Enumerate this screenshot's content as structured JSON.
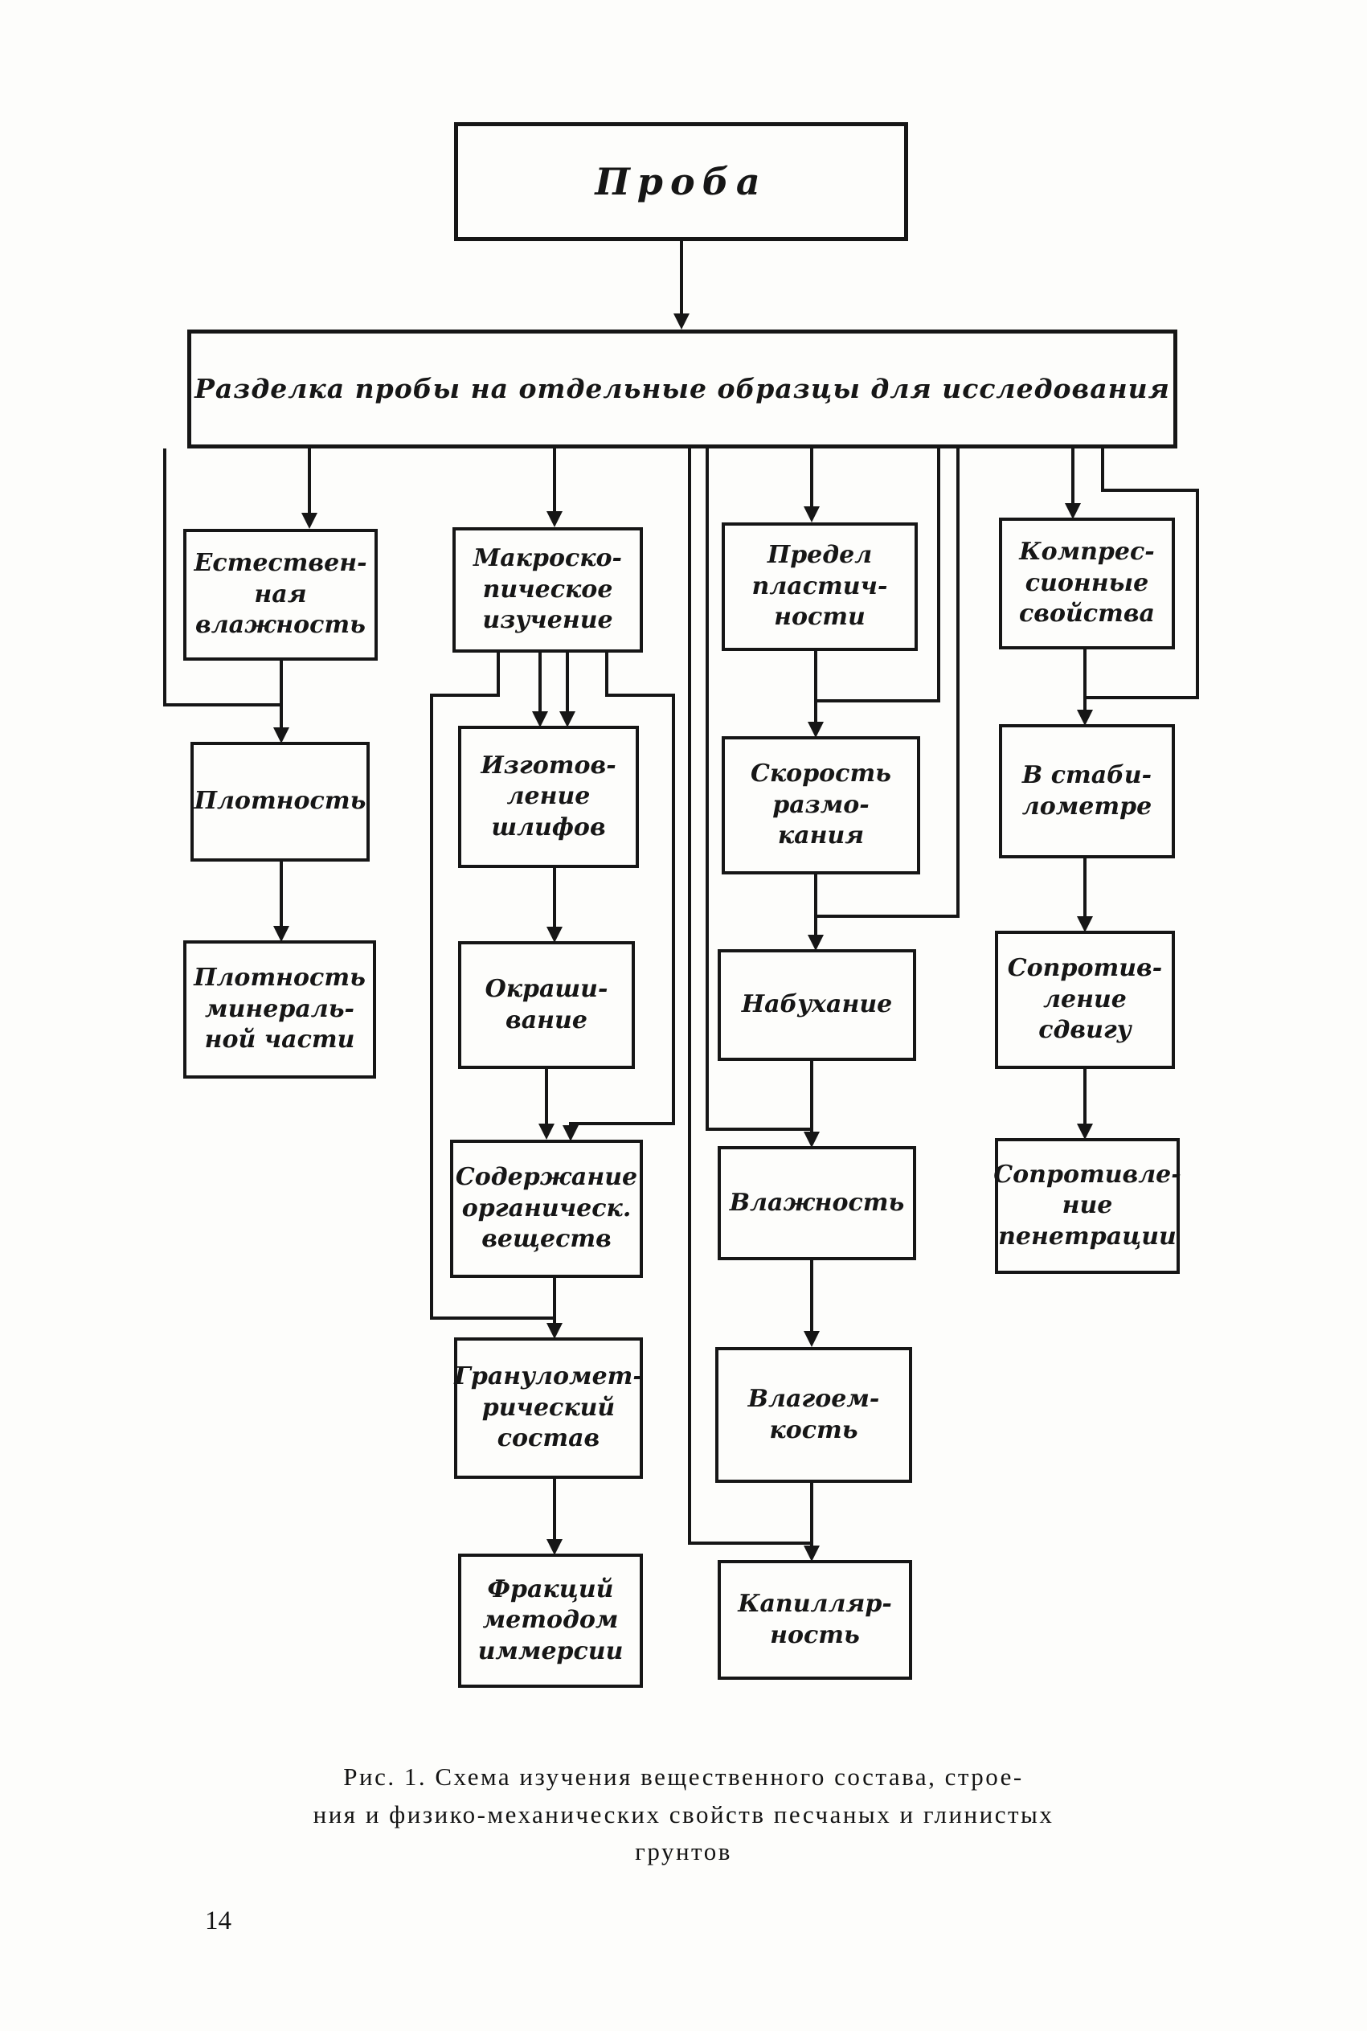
{
  "colors": {
    "ink": "#161616",
    "paper": "#fdfdfb"
  },
  "diagram": {
    "root": {
      "label": "Проба"
    },
    "split": {
      "label": "Разделка пробы на отдельные образцы для исследования"
    },
    "columns": [
      {
        "name": "moisture-density",
        "nodes": [
          {
            "label": "Естествен-\nная\nвлажность"
          },
          {
            "label": "Плотность"
          },
          {
            "label": "Плотность\nминераль-\nной части"
          }
        ]
      },
      {
        "name": "composition-structure",
        "nodes": [
          {
            "label": "Макроско-\nпическое\nизучение"
          },
          {
            "label": "Изготов-\nление\nшлифов"
          },
          {
            "label": "Окраши-\nвание"
          },
          {
            "label": "Содержание\nорганическ.\nвеществ"
          },
          {
            "label": "Грануломет-\nрический\nсостав"
          },
          {
            "label": "Фракций\nметодом\nиммерсии"
          }
        ]
      },
      {
        "name": "plasticity-water",
        "nodes": [
          {
            "label": "Предел\nпластич-\nности"
          },
          {
            "label": "Скорость\nразмо-\nкания"
          },
          {
            "label": "Набухание"
          },
          {
            "label": "Влажность"
          },
          {
            "label": "Влагоем-\nкость"
          },
          {
            "label": "Капилляр-\nность"
          }
        ]
      },
      {
        "name": "mechanical",
        "nodes": [
          {
            "label": "Компрес-\nсионные\nсвойства"
          },
          {
            "label": "В стаби-\nлометре"
          },
          {
            "label": "Сопротив-\nление\nсдвигу"
          },
          {
            "label": "Сопротивле-\nние\nпенетрации"
          }
        ]
      }
    ]
  },
  "caption": {
    "text": "Рис. 1. Схема изучения вещественного состава, строе-\nния и физико-механических свойств песчаных и глинистых\nгрунтов"
  },
  "page_number": "14"
}
